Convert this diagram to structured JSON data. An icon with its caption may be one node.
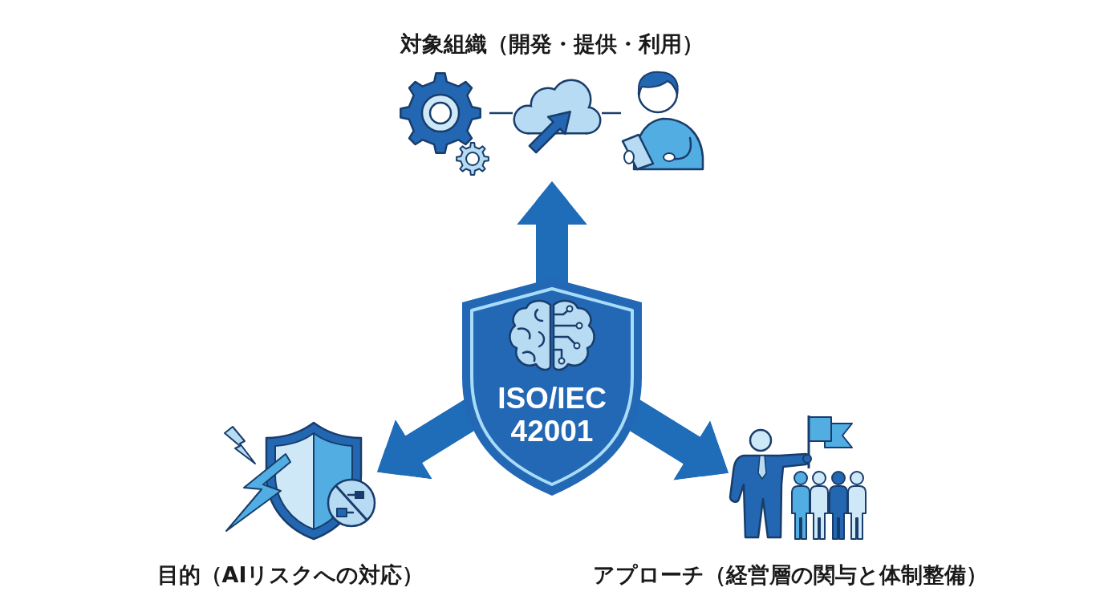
{
  "diagram": {
    "nodes": [
      {
        "text": [
          "対象組織（開発・提供・利用）"
        ]
      },
      {
        "text": [],
        "shape": "picture",
        "in": 0
      },
      {
        "text": [],
        "shape": "picture",
        "in": 0
      },
      {
        "text": [],
        "shape": "picture",
        "in": 0
      },
      {
        "text": [
          "ISO/IEC 42001"
        ]
      },
      {
        "text": [
          "目的（AIリスクへの対応）"
        ]
      },
      {
        "text": [
          "アプローチ（経営層の関与と体制整備）"
        ]
      }
    ],
    "edges": [
      {
        "from": 1,
        "to": 2,
        "arrow": "none",
        "color": "#1b3f6e"
      },
      {
        "from": 2,
        "to": 3,
        "arrow": "none",
        "color": "#1b3f6e"
      },
      {
        "from": 4,
        "to": 0,
        "arrow": "to"
      },
      {
        "from": 4,
        "to": 5,
        "arrow": "to"
      },
      {
        "from": 4,
        "to": 6,
        "arrow": "to"
      }
    ]
  }
}
